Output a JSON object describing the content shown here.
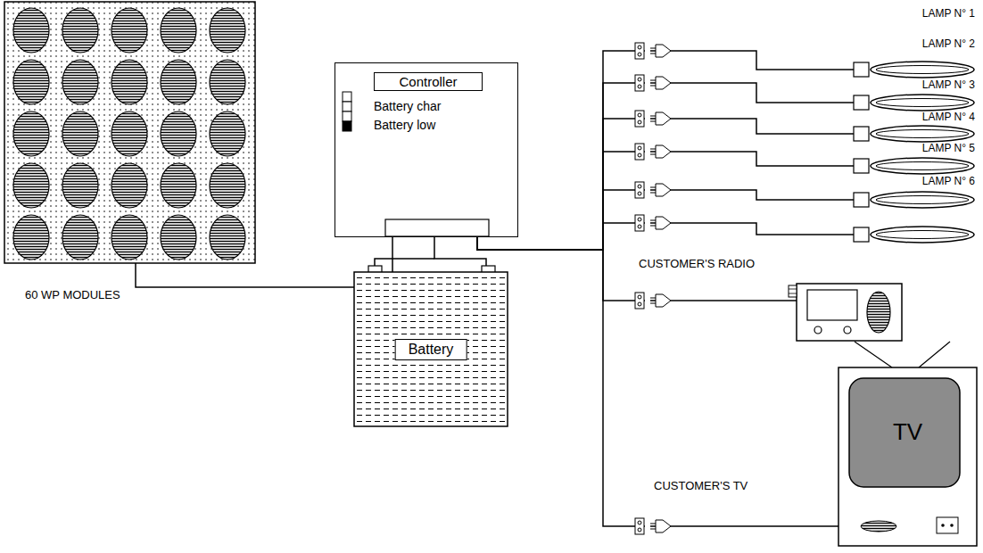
{
  "diagram": {
    "nodes": [
      {
        "text": [
          "60 WP MODULES"
        ]
      },
      {
        "text": [
          "Battery char",
          "Battery low"
        ]
      },
      {
        "text": [
          "Controller"
        ],
        "in": 1
      },
      {
        "text": [
          "Battery"
        ]
      },
      {
        "text": [
          "LAMP N° 1"
        ]
      },
      {
        "text": [
          "LAMP N° 2"
        ]
      },
      {
        "text": [
          "LAMP N° 3"
        ]
      },
      {
        "text": [
          "LAMP N° 4"
        ]
      },
      {
        "text": [
          "LAMP N° 5"
        ]
      },
      {
        "text": [
          "LAMP N° 6"
        ]
      },
      {
        "text": [
          "CUSTOMER'S RADIO"
        ]
      },
      {
        "text": [
          "CUSTOMER'S TV",
          "TV"
        ]
      }
    ],
    "edges": [
      {
        "from": 0,
        "to": 1,
        "arrow": "none"
      },
      {
        "from": 1,
        "to": 3,
        "arrow": "none"
      },
      {
        "from": 1,
        "to": 4,
        "arrow": "none"
      },
      {
        "from": 1,
        "to": 5,
        "arrow": "none"
      },
      {
        "from": 1,
        "to": 6,
        "arrow": "none"
      },
      {
        "from": 1,
        "to": 7,
        "arrow": "none"
      },
      {
        "from": 1,
        "to": 8,
        "arrow": "none"
      },
      {
        "from": 1,
        "to": 9,
        "arrow": "none"
      },
      {
        "from": 1,
        "to": 10,
        "arrow": "none"
      },
      {
        "from": 1,
        "to": 11,
        "arrow": "none"
      }
    ]
  }
}
